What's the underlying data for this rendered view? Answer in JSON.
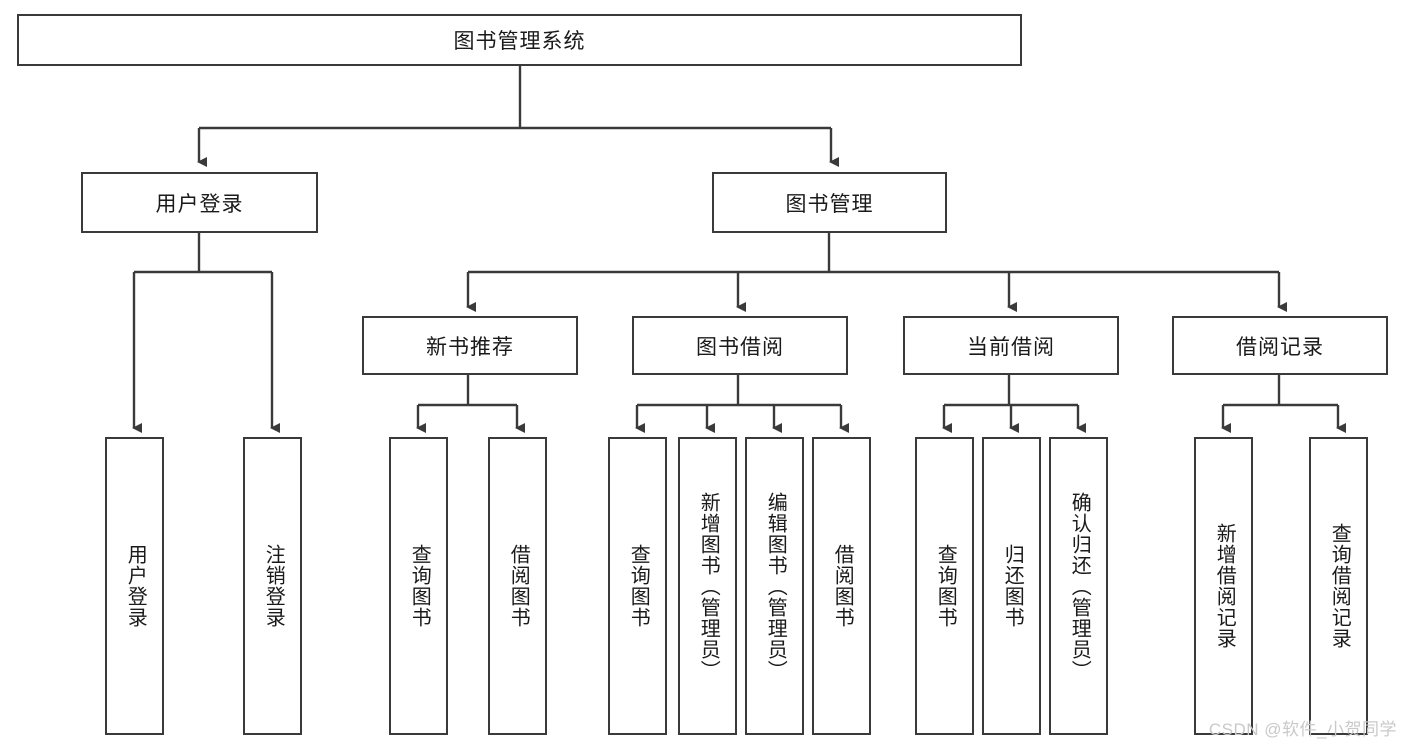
{
  "diagram": {
    "title": "图书管理系统",
    "type": "tree-hierarchy",
    "watermark": "CSDN @软件_小贺同学",
    "colors": {
      "box_border": "#3a3a3a",
      "box_fill": "#ffffff",
      "edge": "#3a3a3a",
      "text": "#1a1a1a",
      "watermark": "#c9c9c9",
      "background": "#ffffff"
    },
    "nodes": {
      "root": {
        "label": "图书管理系统"
      },
      "level2": [
        {
          "id": "user-login",
          "label": "用户登录"
        },
        {
          "id": "book-manage",
          "label": "图书管理"
        }
      ],
      "level3": [
        {
          "id": "new-book-recommend",
          "label": "新书推荐"
        },
        {
          "id": "book-borrow",
          "label": "图书借阅"
        },
        {
          "id": "current-borrow",
          "label": "当前借阅"
        },
        {
          "id": "borrow-record",
          "label": "借阅记录"
        }
      ],
      "leaves": {
        "user-login": [
          {
            "id": "leaf-user-login",
            "label": "用户登录"
          },
          {
            "id": "leaf-logout",
            "label": "注销登录"
          }
        ],
        "new-book-recommend": [
          {
            "id": "leaf-query-book-1",
            "label": "查询图书"
          },
          {
            "id": "leaf-borrow-book-1",
            "label": "借阅图书"
          }
        ],
        "book-borrow": [
          {
            "id": "leaf-query-book-2",
            "label": "查询图书"
          },
          {
            "id": "leaf-add-book",
            "label": "新增图书（管理员）"
          },
          {
            "id": "leaf-edit-book",
            "label": "编辑图书（管理员）"
          },
          {
            "id": "leaf-borrow-book-2",
            "label": "借阅图书"
          }
        ],
        "current-borrow": [
          {
            "id": "leaf-query-book-3",
            "label": "查询图书"
          },
          {
            "id": "leaf-return-book",
            "label": "归还图书"
          },
          {
            "id": "leaf-confirm-return",
            "label": "确认归还（管理员）"
          }
        ],
        "borrow-record": [
          {
            "id": "leaf-add-record",
            "label": "新增借阅记录"
          },
          {
            "id": "leaf-query-record",
            "label": "查询借阅记录"
          }
        ]
      }
    }
  }
}
